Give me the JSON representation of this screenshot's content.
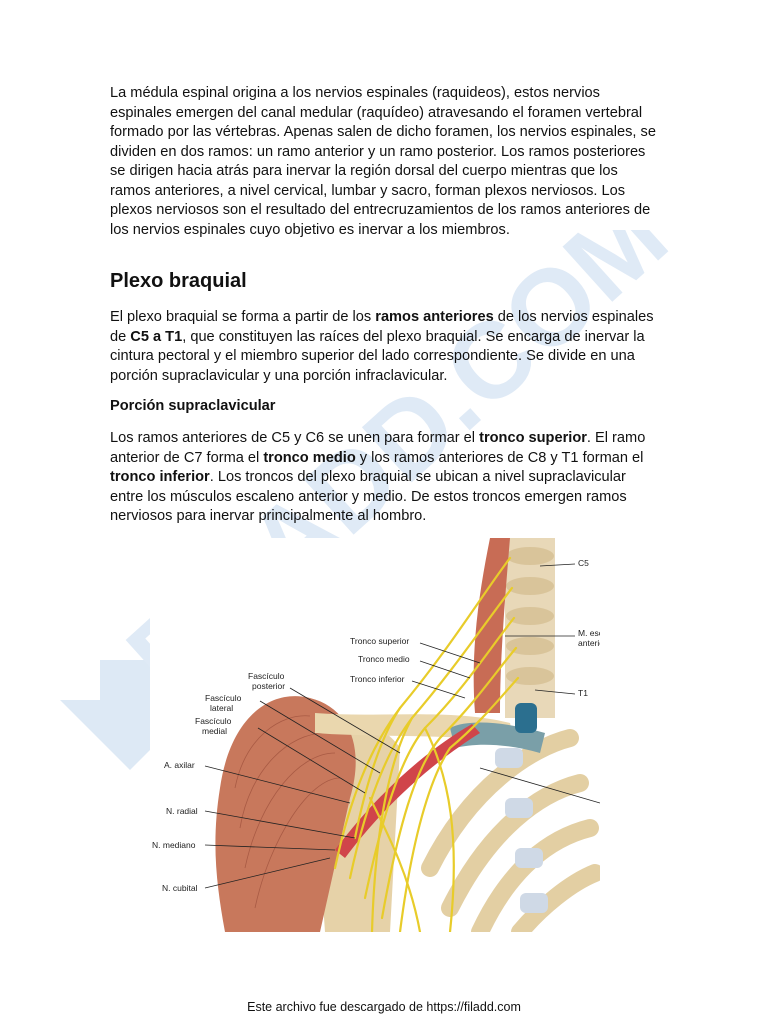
{
  "paragraphs": {
    "intro": "La médula espinal origina  a los nervios espinales (raquideos), estos nervios espinales emergen del canal medular (raquídeo) atravesando el foramen vertebral formado por las vértebras. Apenas salen de dicho foramen, los nervios espinales, se dividen en dos ramos: un ramo anterior y un ramo posterior. Los ramos posteriores se dirigen hacia atrás para inervar la región dorsal del cuerpo mientras que los ramos anteriores, a nivel cervical, lumbar y sacro, forman plexos nerviosos. Los plexos nerviosos son el resultado del entrecruzamientos de los ramos anteriores de los nervios espinales cuyo objetivo es inervar a los miembros.",
    "plexo": {
      "t1": "El plexo braquial  se forma a partir de los ",
      "b1": "ramos anteriores",
      "t2": " de los nervios espinales de ",
      "b2": "C5 a T1",
      "t3": ", que constituyen las raíces del plexo braquial. Se encarga de inervar la cintura pectoral y el miembro superior del lado correspondiente. Se divide en una porción supraclavicular y una porción infraclavicular."
    },
    "supra": {
      "t1": "Los ramos anteriores de C5 y C6 se unen para formar el ",
      "b1": "tronco superior",
      "t2": ". El ramo anterior de C7 forma el ",
      "b2": "tronco medio",
      "t3": " y los ramos anteriores de C8 y T1 forman el ",
      "b3": "tronco inferior",
      "t4": ". Los troncos del plexo braquial se ubican a nivel supraclavicular entre los músculos escaleno anterior y medio. De estos troncos emergen ramos nerviosos para inervar principalmente al hombro."
    }
  },
  "headings": {
    "plexo_braquial": "Plexo braquial",
    "porcion_supraclavicular": "Porción supraclavicular"
  },
  "figure": {
    "labels": {
      "c5": "C5",
      "escaleno_l1": "M. escaleno",
      "escaleno_l2": "anterior",
      "t1": "T1",
      "tronco_superior": "Tronco superior",
      "tronco_medio": "Tronco medio",
      "tronco_inferior": "Tronco inferior",
      "fasc_post_l1": "Fascículo",
      "fasc_post_l2": "posterior",
      "fasc_lat_l1": "Fascículo",
      "fasc_lat_l2": "lateral",
      "fasc_med_l1": "Fascículo",
      "fasc_med_l2": "medial",
      "a_axilar": "A. axilar",
      "n_radial": "N. radial",
      "n_mediano": "N. mediano",
      "n_cubital": "N. cubital"
    }
  },
  "watermark": {
    "text": "FILADD.COM",
    "color": "#dbe9f6"
  },
  "footer": "Este archivo fue descargado de https://filadd.com"
}
